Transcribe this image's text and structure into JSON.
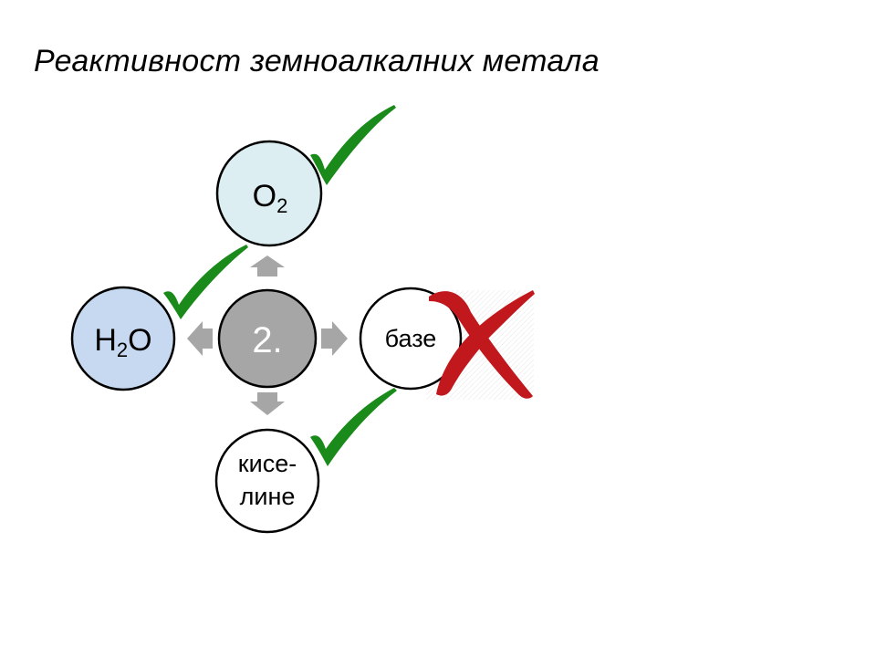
{
  "title": "Реактивност земноалкалних метала",
  "center": {
    "label": "2."
  },
  "nodes": {
    "o2": {
      "main": "O",
      "sub": "2"
    },
    "h2o": {
      "pre": "H",
      "sub": "2",
      "post": "O"
    },
    "base": {
      "label": "базе"
    },
    "acid": {
      "line1": "кисе-",
      "line2": "лине"
    }
  },
  "marks": {
    "o2": "check",
    "h2o": "check",
    "acid": "check",
    "base": "cross"
  },
  "colors": {
    "o2_fill": "#ddeef3",
    "h2o_fill": "#c6d9f0",
    "center_fill": "#a6a6a6",
    "arrow": "#a6a6a6",
    "check": "#1a8a1a",
    "cross": "#c0181c"
  }
}
